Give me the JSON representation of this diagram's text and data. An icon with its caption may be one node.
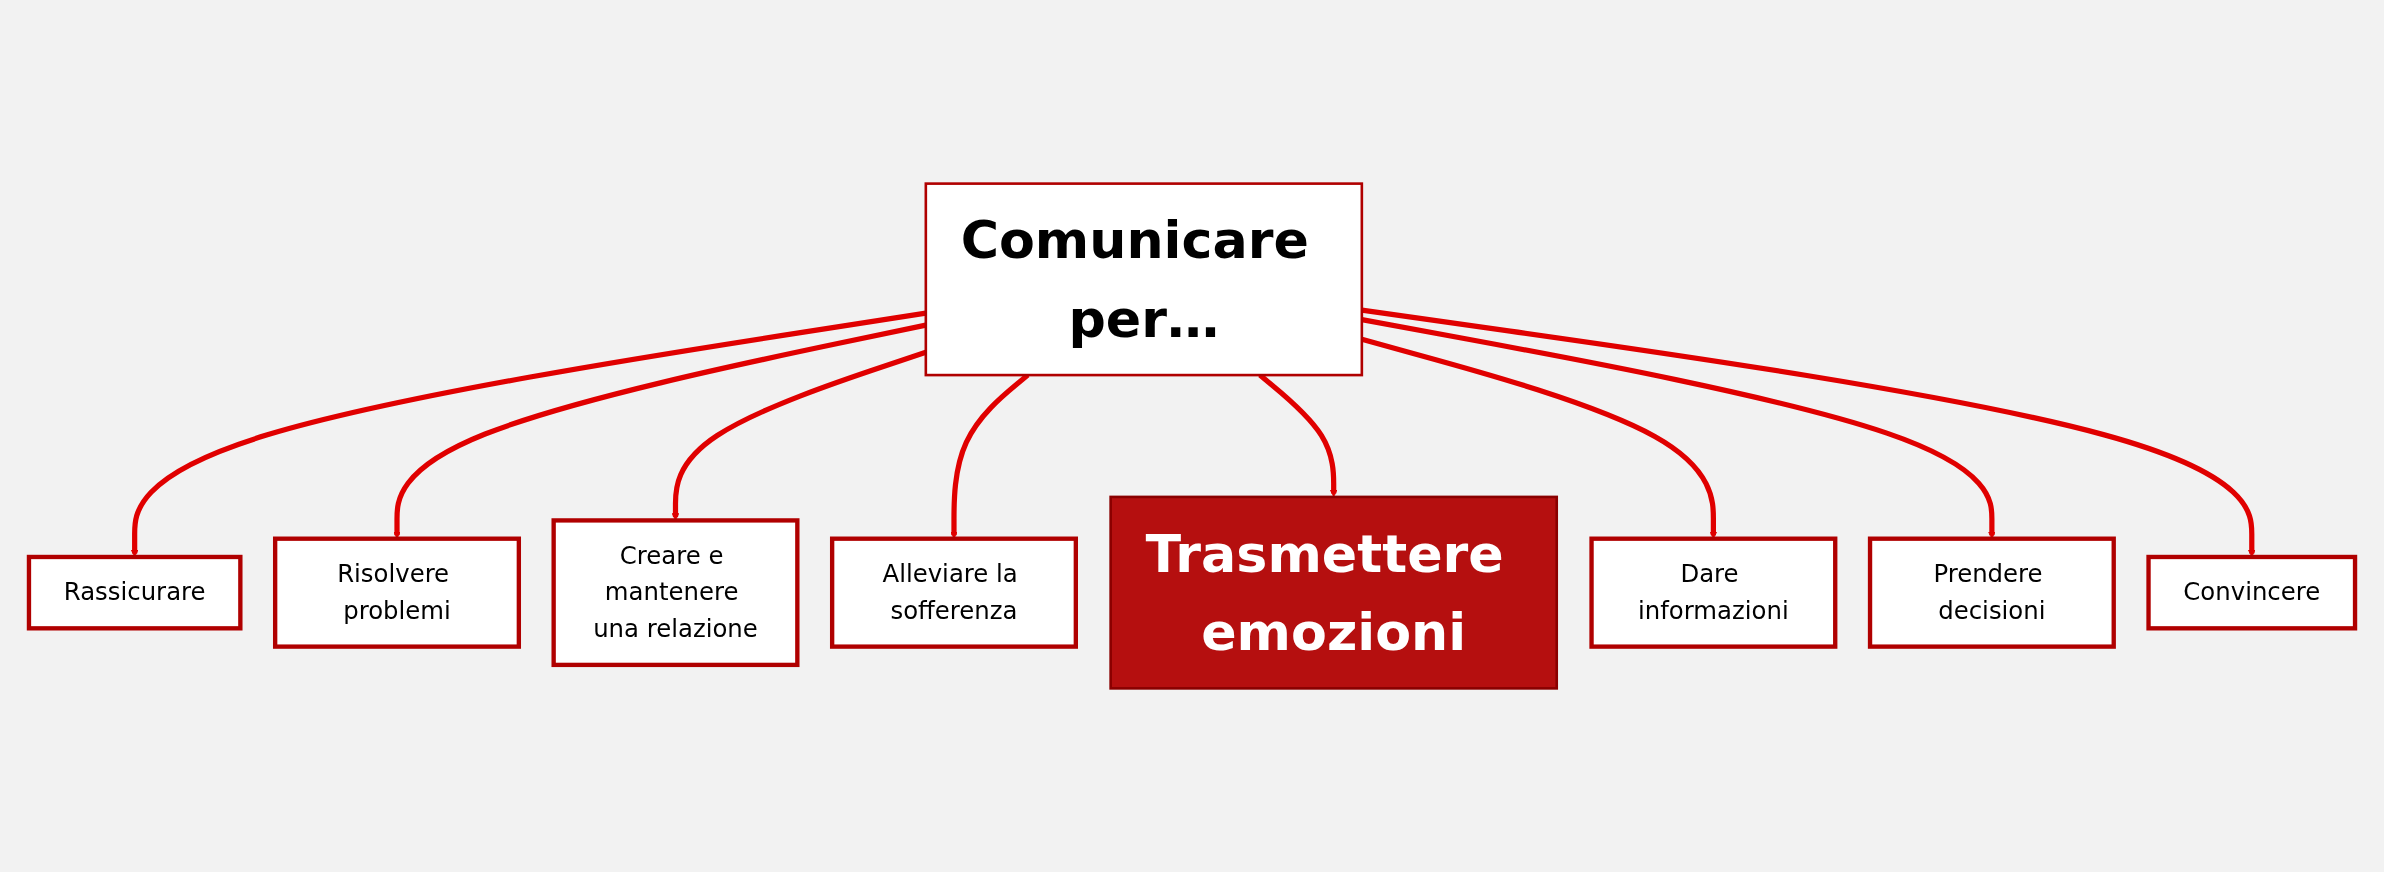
{
  "diagram": {
    "nodes": [
      {
        "text": [
          "Rassicurare"
        ]
      },
      {
        "text": [
          "Risolvere problemi"
        ]
      },
      {
        "text": [
          "Creare e mantenere una relazione"
        ]
      },
      {
        "text": [
          "Alleviare la sofferenza"
        ]
      },
      {
        "text": [
          "Comunicare per…"
        ]
      },
      {
        "text": [
          "Trasmettere emozioni"
        ]
      },
      {
        "text": [
          "Dare informazioni"
        ]
      },
      {
        "text": [
          "Prendere decisioni"
        ]
      },
      {
        "text": [
          "Convincere"
        ]
      }
    ],
    "edges": [
      {
        "from": 4,
        "to": 0,
        "arrow": "to"
      },
      {
        "from": 4,
        "to": 1,
        "arrow": "to"
      },
      {
        "from": 4,
        "to": 2,
        "arrow": "to"
      },
      {
        "from": 4,
        "to": 3,
        "arrow": "to"
      },
      {
        "from": 4,
        "to": 5,
        "arrow": "to"
      },
      {
        "from": 4,
        "to": 6,
        "arrow": "to"
      },
      {
        "from": 4,
        "to": 7,
        "arrow": "to"
      },
      {
        "from": 4,
        "to": 8,
        "arrow": "to"
      }
    ]
  }
}
